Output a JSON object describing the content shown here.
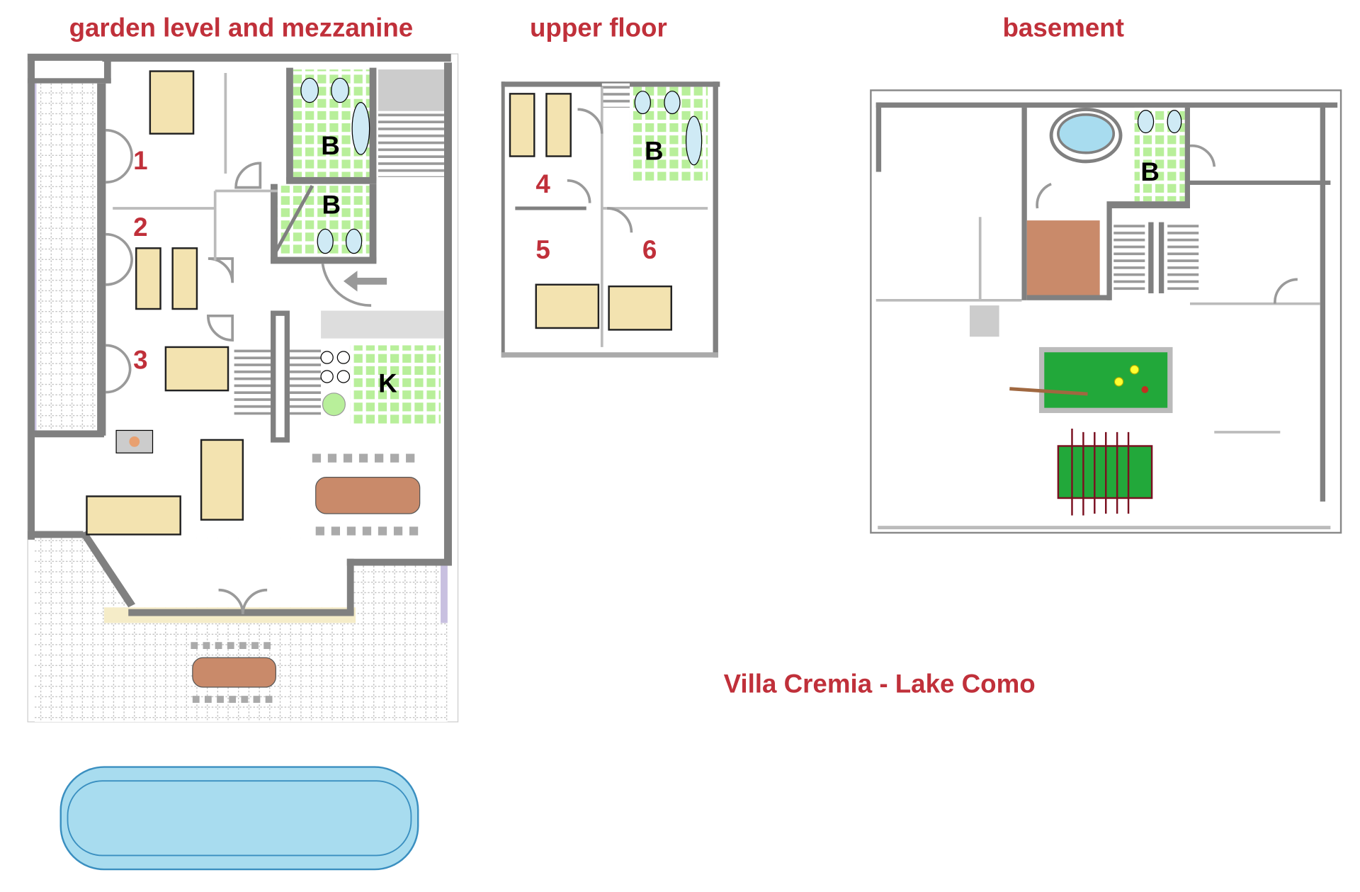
{
  "titles": {
    "garden": "garden level and mezzanine",
    "upper": "upper floor",
    "basement": "basement",
    "caption": "Villa Cremia -  Lake Como"
  },
  "garden_rooms": {
    "r1": "1",
    "r2": "2",
    "r3": "3",
    "b1": "B",
    "b2": "B",
    "k": "K"
  },
  "upper_rooms": {
    "r4": "4",
    "r5": "5",
    "r6": "6",
    "b": "B"
  },
  "basement_rooms": {
    "b": "B"
  },
  "colors": {
    "title": "#c0303a",
    "wall": "#808080",
    "bed": "#f3e3b0",
    "tile": "#b8ef9a",
    "pool": "#a8dcef",
    "table": "#c98a6a",
    "billiard": "#22a83a"
  }
}
